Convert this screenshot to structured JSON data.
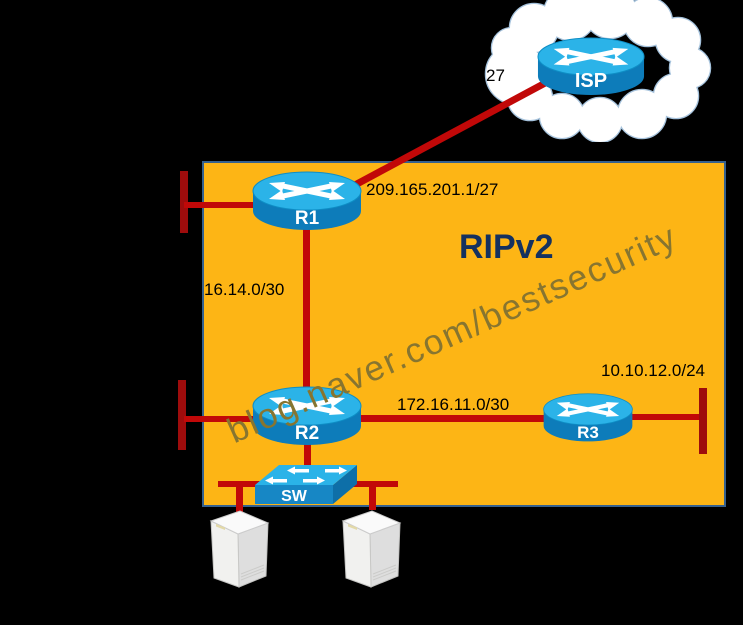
{
  "zone": {
    "label": "RIPv2"
  },
  "watermark": {
    "text": "blog.naver.com/bestsecurity"
  },
  "devices": {
    "isp": {
      "label": "ISP",
      "type": "router"
    },
    "r1": {
      "label": "R1",
      "type": "router"
    },
    "r2": {
      "label": "R2",
      "type": "router"
    },
    "r3": {
      "label": "R3",
      "type": "router"
    },
    "sw": {
      "label": "SW",
      "type": "switch"
    }
  },
  "ip_labels": {
    "isp_fragment": "27",
    "r1_isp": "209.165.201.1/27",
    "r1_r2": "16.14.0/30",
    "r2_r3": "172.16.11.0/30",
    "r3_lan": "10.10.12.0/24"
  },
  "colors": {
    "background": "#000000",
    "zone_fill": "#fdb515",
    "zone_border": "#35618f",
    "link_red": "#c10808",
    "terminator_red": "#9e0c0c",
    "router_top": "#2bb3e8",
    "router_body": "#0d7cba",
    "switch_front": "#1787c5",
    "zone_label_color": "#14315f",
    "watermark_color": "#877530",
    "cloud_stroke": "#a5c2dc"
  }
}
